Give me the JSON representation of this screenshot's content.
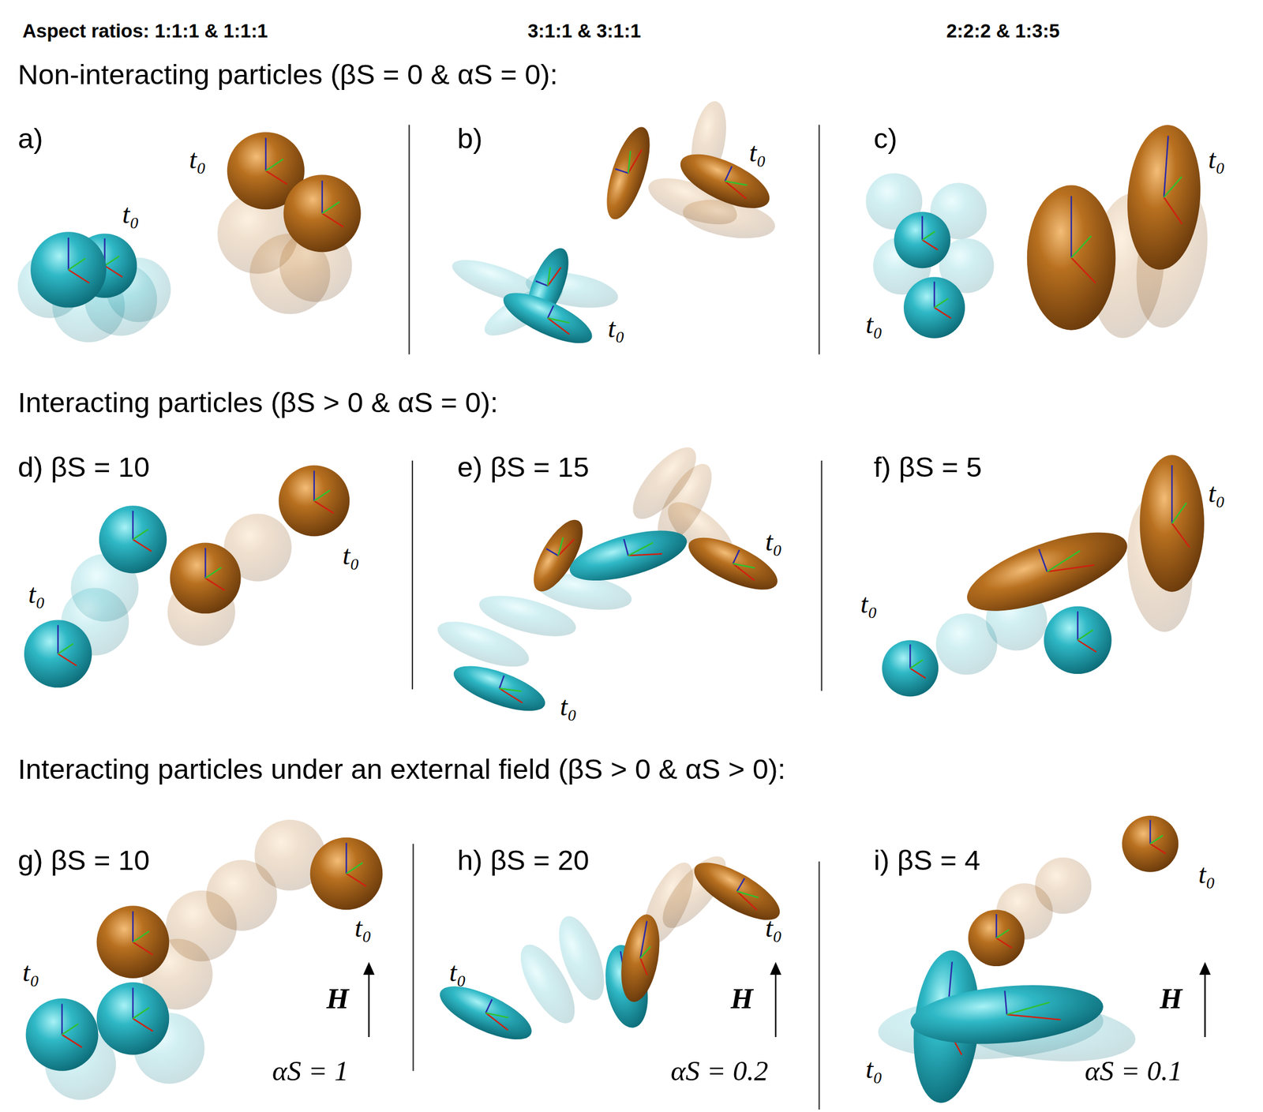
{
  "diagram": {
    "labels": [
      "Aspect ratios: 1:1:1 & 1:1:1",
      "3:1:1 & 3:1:1",
      "2:2:2 & 1:3:5",
      "Non-interacting particles (βS = 0 & αS = 0):",
      "a)",
      "t₀",
      "t₀",
      "b)",
      "t₀",
      "t₀",
      "c)",
      "t₀",
      "t₀",
      "Interacting particles (βS > 0 & αS = 0):",
      "d) βS = 10",
      "e) βS = 15",
      "f) βS = 5",
      "t₀",
      "t₀",
      "t₀",
      "t₀",
      "t₀",
      "t₀",
      "Interacting particles under an external field (βS > 0 & αS > 0):",
      "g) βS = 10",
      "h) βS = 20",
      "i) βS = 4",
      "t₀",
      "t₀",
      "t₀",
      "t₀",
      "t₀",
      "H",
      "H",
      "H",
      "t₀",
      "αS = 1",
      "αS = 0.2",
      "αS = 0.1"
    ]
  }
}
